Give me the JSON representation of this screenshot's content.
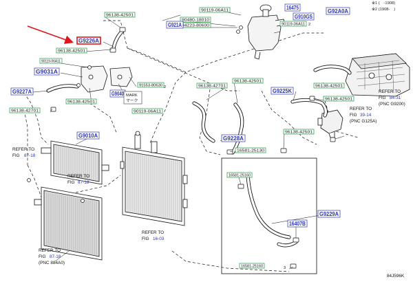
{
  "header": {
    "note1": "※1 (　-1908)",
    "note2": "※2 (1908-　)"
  },
  "codes": {
    "g9226a_top": "G9226A",
    "g921a": "G921A",
    "g16475": "16475",
    "g910gs": "G910GS",
    "g92a0a": "G92A0A",
    "g9031a": "G9031A",
    "g9227a": "G9227A",
    "g9040": "G9040",
    "g9010a": "G9010A",
    "g9225k": "G9225K",
    "g9228a": "G9228A",
    "g9229a": "G9229A",
    "g16407b": "16407B"
  },
  "parts": {
    "p01": "96138-42501",
    "p02": "96138-42501",
    "p03": "90119-06A11",
    "p04": "96138-42701",
    "p05": "96138-42501",
    "p06": "90119-06A11",
    "p07": "90480-18010",
    "p08": "94223-80600",
    "p09": "90119-06A11",
    "p10": "91553-80630",
    "p11": "90119-06A11",
    "p12": "96138-42701",
    "p13": "96138-42501",
    "p14": "96138-42501",
    "p15": "96138-42501",
    "p16": "16581-25130",
    "p17": "96138-42501",
    "p18": "16581-25160",
    "p19": "16581-25160"
  },
  "qty": {
    "q1": "2",
    "q2": "2",
    "q3": "3"
  },
  "annotations": {
    "mark1": "MARK",
    "mark2": "マーク"
  },
  "refs": {
    "r1": {
      "l1": "REFER TO",
      "l2": "FIG",
      "fig": "87-18"
    },
    "r2": {
      "l1": "REFER TO",
      "l2": "FIG",
      "fig": "87-18"
    },
    "r3": {
      "l1": "REFER TO",
      "l2": "FIG",
      "fig": "87-18",
      "pnc": "(PNC 884A0)"
    },
    "r4": {
      "l1": "REFER TO",
      "l2": "FIG",
      "fig": "16-03"
    },
    "r5": {
      "l1": "REFER TO",
      "l2": "FIG",
      "fig": "39-14",
      "pnc": "(PNC G125A)"
    },
    "r6": {
      "l1": "REFER TO",
      "l2": "FIG",
      "fig": "84-31",
      "pnc": "(PNC G9200)"
    }
  },
  "footer": {
    "drawing_id": "84J596K"
  },
  "colors": {
    "code_blue": "#2b33b8",
    "part_box": "#1a9a3a",
    "code_box": "#2b33b8",
    "highlight": "#e0141c",
    "line": "#111111"
  }
}
